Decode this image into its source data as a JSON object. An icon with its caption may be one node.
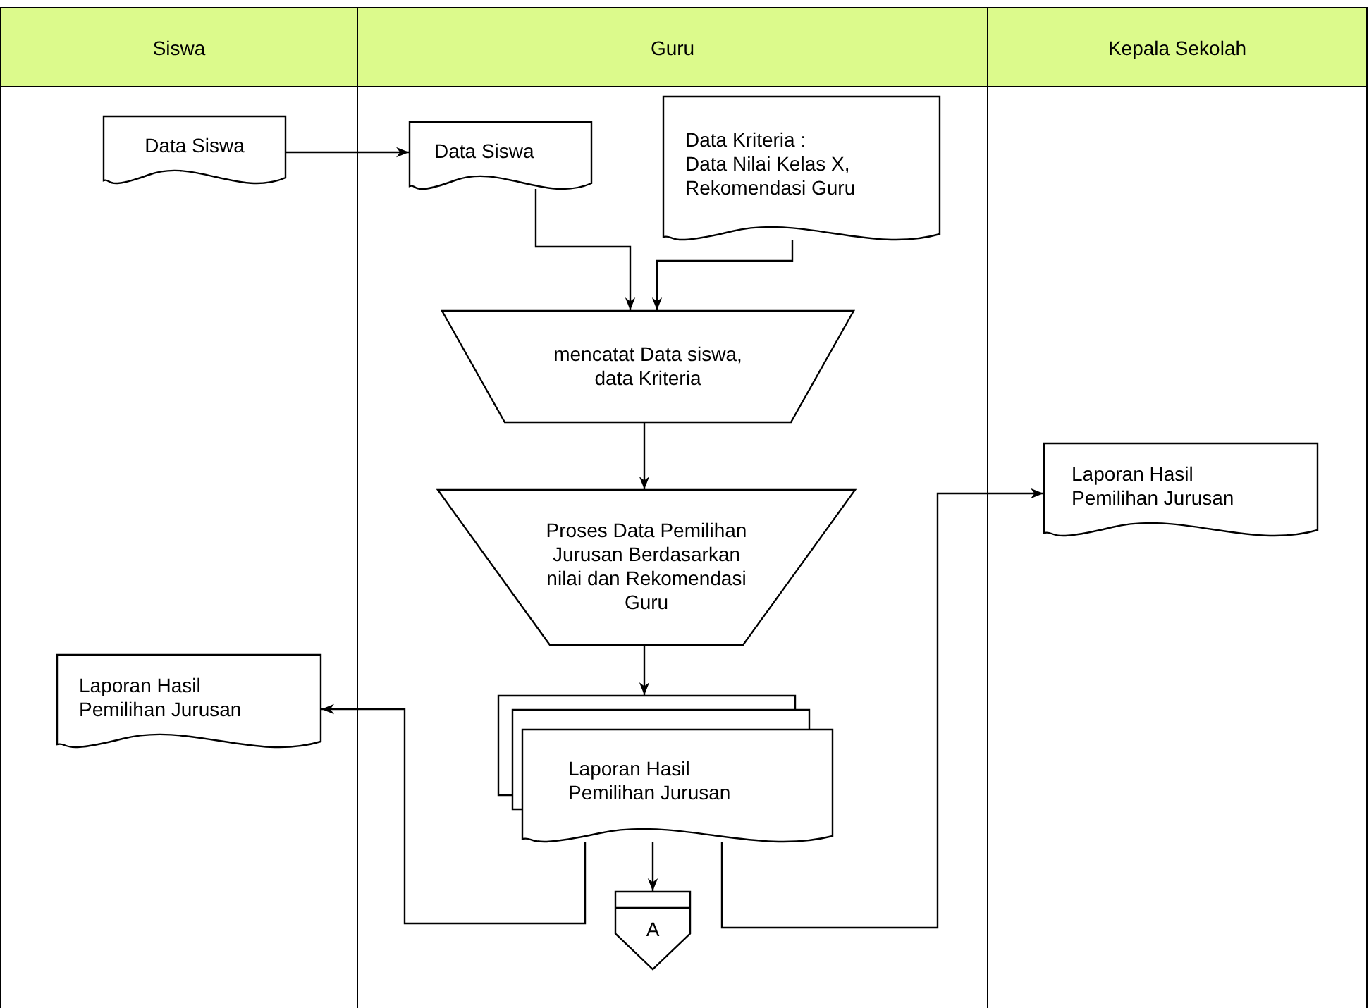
{
  "diagram": {
    "nodes": [
      {
        "text": [
          "Siswa"
        ]
      },
      {
        "text": [
          "Guru"
        ]
      },
      {
        "text": [
          "Kepala Sekolah"
        ]
      },
      {
        "text": [
          "Data Siswa"
        ],
        "in": 0
      },
      {
        "text": [
          "Data Siswa"
        ],
        "in": 1
      },
      {
        "text": [
          "Data Kriteria :",
          "Data Nilai Kelas X, Rekomendasi Guru"
        ],
        "in": 1
      },
      {
        "text": [
          "mencatat Data siswa, data Kriteria"
        ],
        "in": 1
      },
      {
        "text": [
          "Proses Data Pemilihan Jurusan Berdasarkan nilai dan Rekomendasi Guru"
        ],
        "in": 1
      },
      {
        "text": [
          "Laporan Hasil Pemilihan Jurusan"
        ],
        "in": 1
      },
      {
        "text": [
          "A"
        ],
        "in": 1
      },
      {
        "text": [
          "Laporan Hasil Pemilihan Jurusan"
        ],
        "in": 0
      },
      {
        "text": [
          "Laporan Hasil Pemilihan Jurusan"
        ],
        "in": 2
      }
    ],
    "edges": [
      {
        "from": 3,
        "to": 4,
        "arrow": "to"
      },
      {
        "from": 4,
        "to": 6,
        "arrow": "to"
      },
      {
        "from": 5,
        "to": 6,
        "arrow": "to"
      },
      {
        "from": 6,
        "to": 7,
        "arrow": "to"
      },
      {
        "from": 7,
        "to": 8,
        "arrow": "to"
      },
      {
        "from": 8,
        "to": 9,
        "arrow": "to"
      },
      {
        "from": 8,
        "to": 10,
        "arrow": "to"
      },
      {
        "from": 8,
        "to": 11,
        "arrow": "to"
      }
    ]
  }
}
